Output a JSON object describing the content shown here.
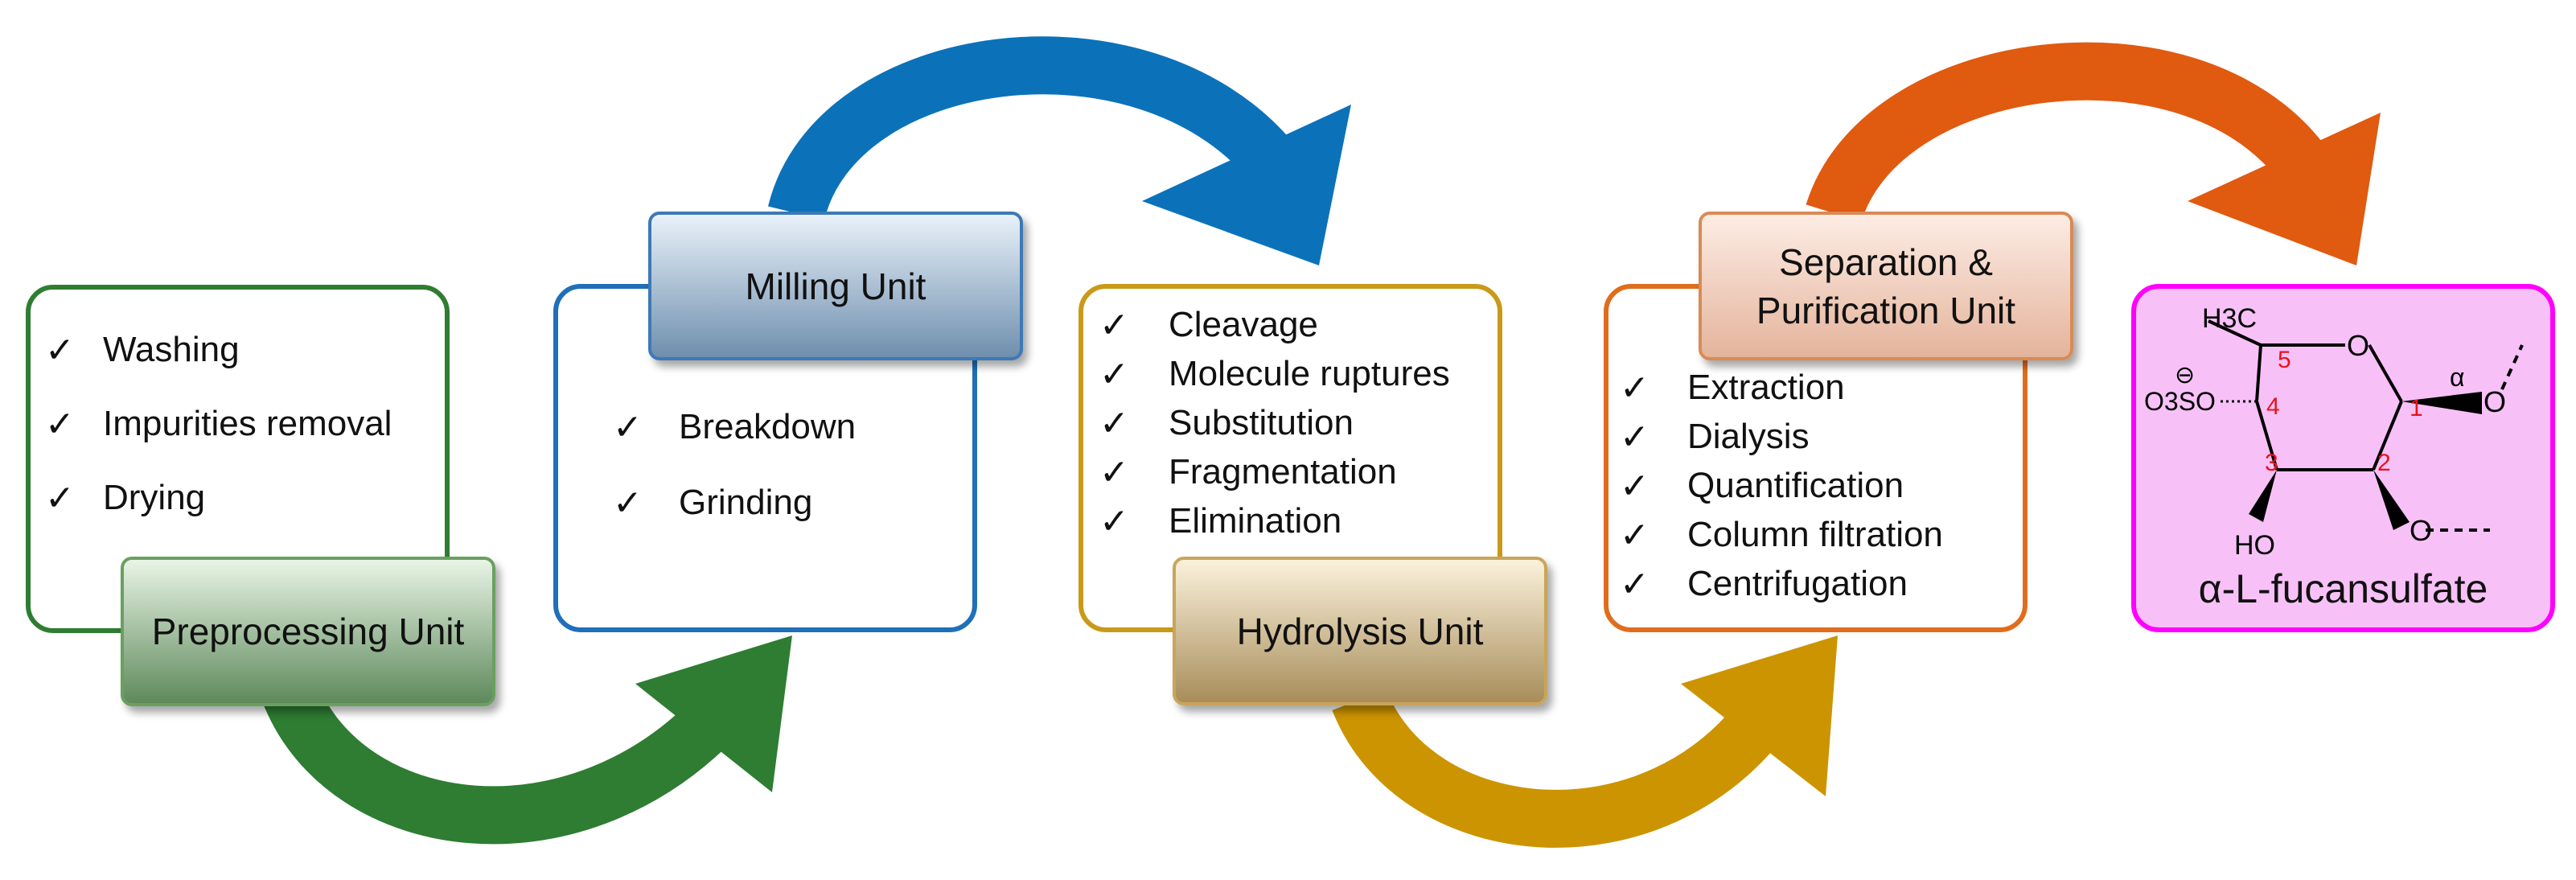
{
  "units": [
    {
      "label": "Preprocessing Unit",
      "steps": [
        "Washing",
        "Impurities removal",
        "Drying"
      ]
    },
    {
      "label": "Milling Unit",
      "steps": [
        "Breakdown",
        "Grinding"
      ]
    },
    {
      "label": "Hydrolysis Unit",
      "steps": [
        "Cleavage",
        "Molecule ruptures",
        "Substitution",
        "Fragmentation",
        "Elimination"
      ]
    },
    {
      "label": "Separation & Purification Unit",
      "steps": [
        "Extraction",
        "Dialysis",
        "Quantification",
        "Column filtration",
        "Centrifugation"
      ]
    }
  ],
  "check_mark": "✓",
  "product": {
    "name": "α-L-fucansulfate",
    "structure": {
      "methyl": "H3C",
      "ring_oxygen": "O",
      "sulfate": "O3SO",
      "sulfate_charge": "⊖",
      "hydroxyl": "HO",
      "anomeric_symbol": "α",
      "glycosidic_oxygen_1": "O",
      "glycosidic_oxygen_2": "O",
      "carbon_numbers": [
        "1",
        "2",
        "3",
        "4",
        "5"
      ]
    }
  },
  "colors": {
    "preprocessing": "#2e7d32",
    "milling": "#1f70b8",
    "hydrolysis": "#c99a19",
    "separation": "#e06d1d",
    "product": "#ff00ff",
    "arrow_green": "#2e7d32",
    "arrow_blue": "#0b72ba",
    "arrow_gold": "#cc9400",
    "arrow_orange": "#e05a10",
    "carbon_number": "#e8131b"
  }
}
